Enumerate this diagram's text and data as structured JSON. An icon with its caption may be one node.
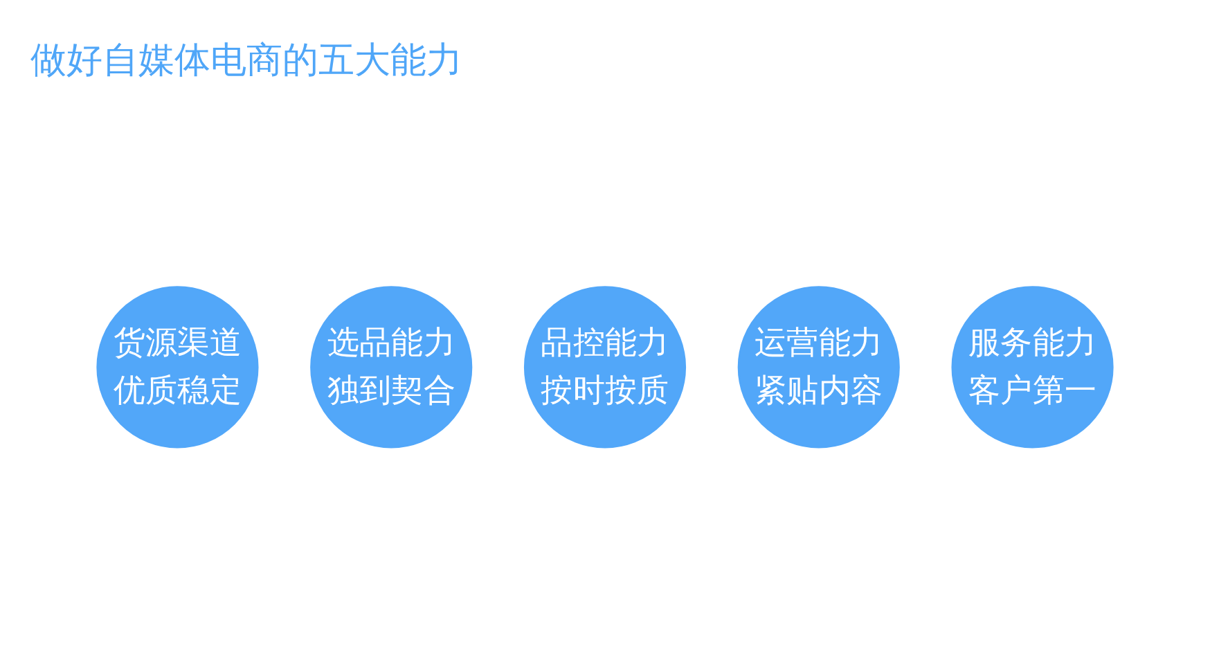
{
  "diagram": {
    "title": "做好自媒体电商的五大能力",
    "nodes": [
      {
        "text": [
          "货源渠道",
          "优质稳定"
        ]
      },
      {
        "text": [
          "选品能力",
          "独到契合"
        ]
      },
      {
        "text": [
          "品控能力",
          "按时按质"
        ]
      },
      {
        "text": [
          "运营能力",
          "紧贴内容"
        ]
      },
      {
        "text": [
          "服务能力",
          "客户第一"
        ]
      }
    ]
  }
}
